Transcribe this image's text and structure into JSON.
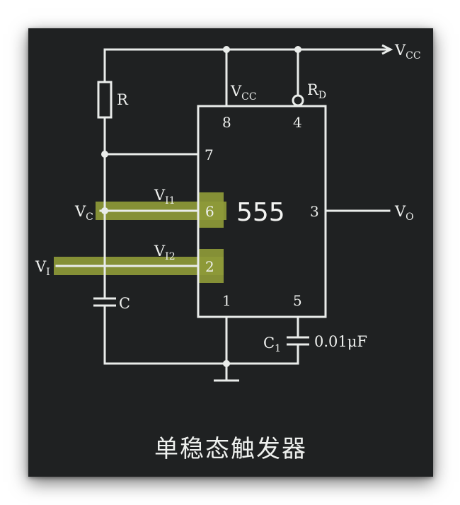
{
  "chip": {
    "name": "555",
    "pins": {
      "p8": "8",
      "p4": "4",
      "p7": "7",
      "p6": "6",
      "p3": "3",
      "p2": "2",
      "p1": "1",
      "p5": "5"
    }
  },
  "labels": {
    "vcc_rail": {
      "main": "V",
      "sub": "CC"
    },
    "vcc_pin": {
      "main": "V",
      "sub": "CC"
    },
    "rd": {
      "main": "R",
      "sub": "D"
    },
    "r": "R",
    "vc": {
      "main": "V",
      "sub": "C"
    },
    "vi1": {
      "main": "V",
      "sub": "I1"
    },
    "vi2": {
      "main": "V",
      "sub": "I2"
    },
    "vi": {
      "main": "V",
      "sub": "I"
    },
    "vo": {
      "main": "V",
      "sub": "O"
    },
    "c": "C",
    "c1": {
      "main": "C",
      "sub": "1"
    },
    "c1_value": "0.01μF"
  },
  "title": "单稳态触发器",
  "colors": {
    "board": "#1f2122",
    "chalk": "#e9ecea",
    "highlight": "#8e9a38"
  }
}
